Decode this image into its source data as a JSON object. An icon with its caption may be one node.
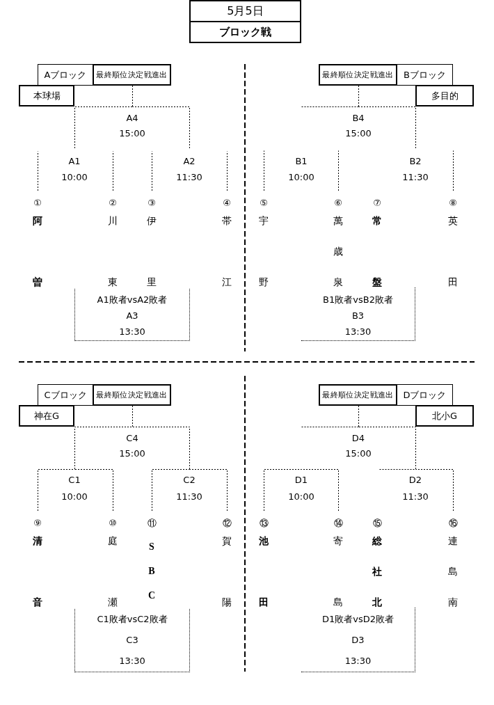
{
  "diagram": {
    "nodes": [
      {
        "text": [
          "5月5日"
        ]
      },
      {
        "text": [
          "ブロック戦"
        ]
      },
      {
        "text": [
          "Aブロック"
        ]
      },
      {
        "text": [
          "最終順位決定戦進出"
        ]
      },
      {
        "text": [
          "本球場"
        ]
      },
      {
        "text": [
          "A4",
          "15:00"
        ]
      },
      {
        "text": [
          "A1",
          "10:00"
        ]
      },
      {
        "text": [
          "A2",
          "11:30"
        ]
      },
      {
        "text": [
          "①",
          "阿曽"
        ]
      },
      {
        "text": [
          "②",
          "川東"
        ]
      },
      {
        "text": [
          "③",
          "伊里"
        ]
      },
      {
        "text": [
          "④",
          "帯江"
        ]
      },
      {
        "text": [
          "A1敗者vsA2敗者",
          "A3",
          "13:30"
        ]
      },
      {
        "text": [
          "最終順位決定戦進出"
        ]
      },
      {
        "text": [
          "Bブロック"
        ]
      },
      {
        "text": [
          "多目的"
        ]
      },
      {
        "text": [
          "B4",
          "15:00"
        ]
      },
      {
        "text": [
          "B1",
          "10:00"
        ]
      },
      {
        "text": [
          "B2",
          "11:30"
        ]
      },
      {
        "text": [
          "⑤",
          "宇野"
        ]
      },
      {
        "text": [
          "⑥",
          "萬歳泉"
        ]
      },
      {
        "text": [
          "⑦",
          "常盤"
        ]
      },
      {
        "text": [
          "⑧",
          "英田"
        ]
      },
      {
        "text": [
          "B1敗者vsB2敗者",
          "B3",
          "13:30"
        ]
      },
      {
        "text": [
          "Cブロック"
        ]
      },
      {
        "text": [
          "最終順位決定戦進出"
        ]
      },
      {
        "text": [
          "神在G"
        ]
      },
      {
        "text": [
          "C4",
          "15:00"
        ]
      },
      {
        "text": [
          "C1",
          "10:00"
        ]
      },
      {
        "text": [
          "C2",
          "11:30"
        ]
      },
      {
        "text": [
          "⑨",
          "清音"
        ]
      },
      {
        "text": [
          "⑩",
          "庭瀬"
        ]
      },
      {
        "text": [
          "⑪",
          "SBC"
        ]
      },
      {
        "text": [
          "⑫",
          "賀陽"
        ]
      },
      {
        "text": [
          "C1敗者vsC2敗者",
          "C3",
          "13:30"
        ]
      },
      {
        "text": [
          "最終順位決定戦進出"
        ]
      },
      {
        "text": [
          "Dブロック"
        ]
      },
      {
        "text": [
          "北小G"
        ]
      },
      {
        "text": [
          "D4",
          "15:00"
        ]
      },
      {
        "text": [
          "D1",
          "10:00"
        ]
      },
      {
        "text": [
          "D2",
          "11:30"
        ]
      },
      {
        "text": [
          "⑬",
          "池田"
        ]
      },
      {
        "text": [
          "⑭",
          "寄島"
        ]
      },
      {
        "text": [
          "⑮",
          "総社北"
        ]
      },
      {
        "text": [
          "⑯",
          "連島南"
        ]
      },
      {
        "text": [
          "D1敗者vsD2敗者",
          "D3",
          "13:30"
        ]
      }
    ],
    "edges": [
      {
        "from": 5,
        "to": 3,
        "arrow": "none",
        "style": "dashed"
      },
      {
        "from": 6,
        "to": 5,
        "arrow": "none",
        "style": "dashed"
      },
      {
        "from": 7,
        "to": 5,
        "arrow": "none",
        "style": "dashed"
      },
      {
        "from": 8,
        "to": null,
        "arrow": "none",
        "style": "dashed"
      },
      {
        "from": 9,
        "to": null,
        "arrow": "none",
        "style": "dashed"
      },
      {
        "from": 10,
        "to": null,
        "arrow": "none",
        "style": "dashed"
      },
      {
        "from": 11,
        "to": null,
        "arrow": "none",
        "style": "dashed"
      },
      {
        "from": 16,
        "to": 13,
        "arrow": "none",
        "style": "dashed"
      },
      {
        "from": null,
        "to": 16,
        "arrow": "none",
        "style": "dashed"
      },
      {
        "from": 18,
        "to": 16,
        "arrow": "none",
        "style": "dashed"
      },
      {
        "from": 19,
        "to": null,
        "arrow": "none",
        "style": "dashed"
      },
      {
        "from": 20,
        "to": null,
        "arrow": "none",
        "style": "dashed"
      },
      {
        "from": 22,
        "to": null,
        "arrow": "none",
        "style": "dashed"
      },
      {
        "from": 27,
        "to": 25,
        "arrow": "none",
        "style": "dashed"
      },
      {
        "from": 28,
        "to": 27,
        "arrow": "none",
        "style": "dashed"
      },
      {
        "from": 29,
        "to": 27,
        "arrow": "none",
        "style": "dashed"
      },
      {
        "from": 30,
        "to": 28,
        "arrow": "none",
        "style": "dashed"
      },
      {
        "from": 31,
        "to": 28,
        "arrow": "none",
        "style": "dashed"
      },
      {
        "from": 32,
        "to": 29,
        "arrow": "none",
        "style": "dashed"
      },
      {
        "from": 33,
        "to": 29,
        "arrow": "none",
        "style": "dashed"
      },
      {
        "from": 38,
        "to": 35,
        "arrow": "none",
        "style": "dashed"
      },
      {
        "from": null,
        "to": 38,
        "arrow": "none",
        "style": "dashed"
      },
      {
        "from": 40,
        "to": 38,
        "arrow": "none",
        "style": "dashed"
      },
      {
        "from": 41,
        "to": 39,
        "arrow": "none",
        "style": "dashed"
      },
      {
        "from": 42,
        "to": 39,
        "arrow": "none",
        "style": "dashed"
      },
      {
        "from": 44,
        "to": 40,
        "arrow": "none",
        "style": "dashed"
      },
      {
        "from": null,
        "to": 40,
        "arrow": "none",
        "style": "dashed"
      }
    ]
  }
}
